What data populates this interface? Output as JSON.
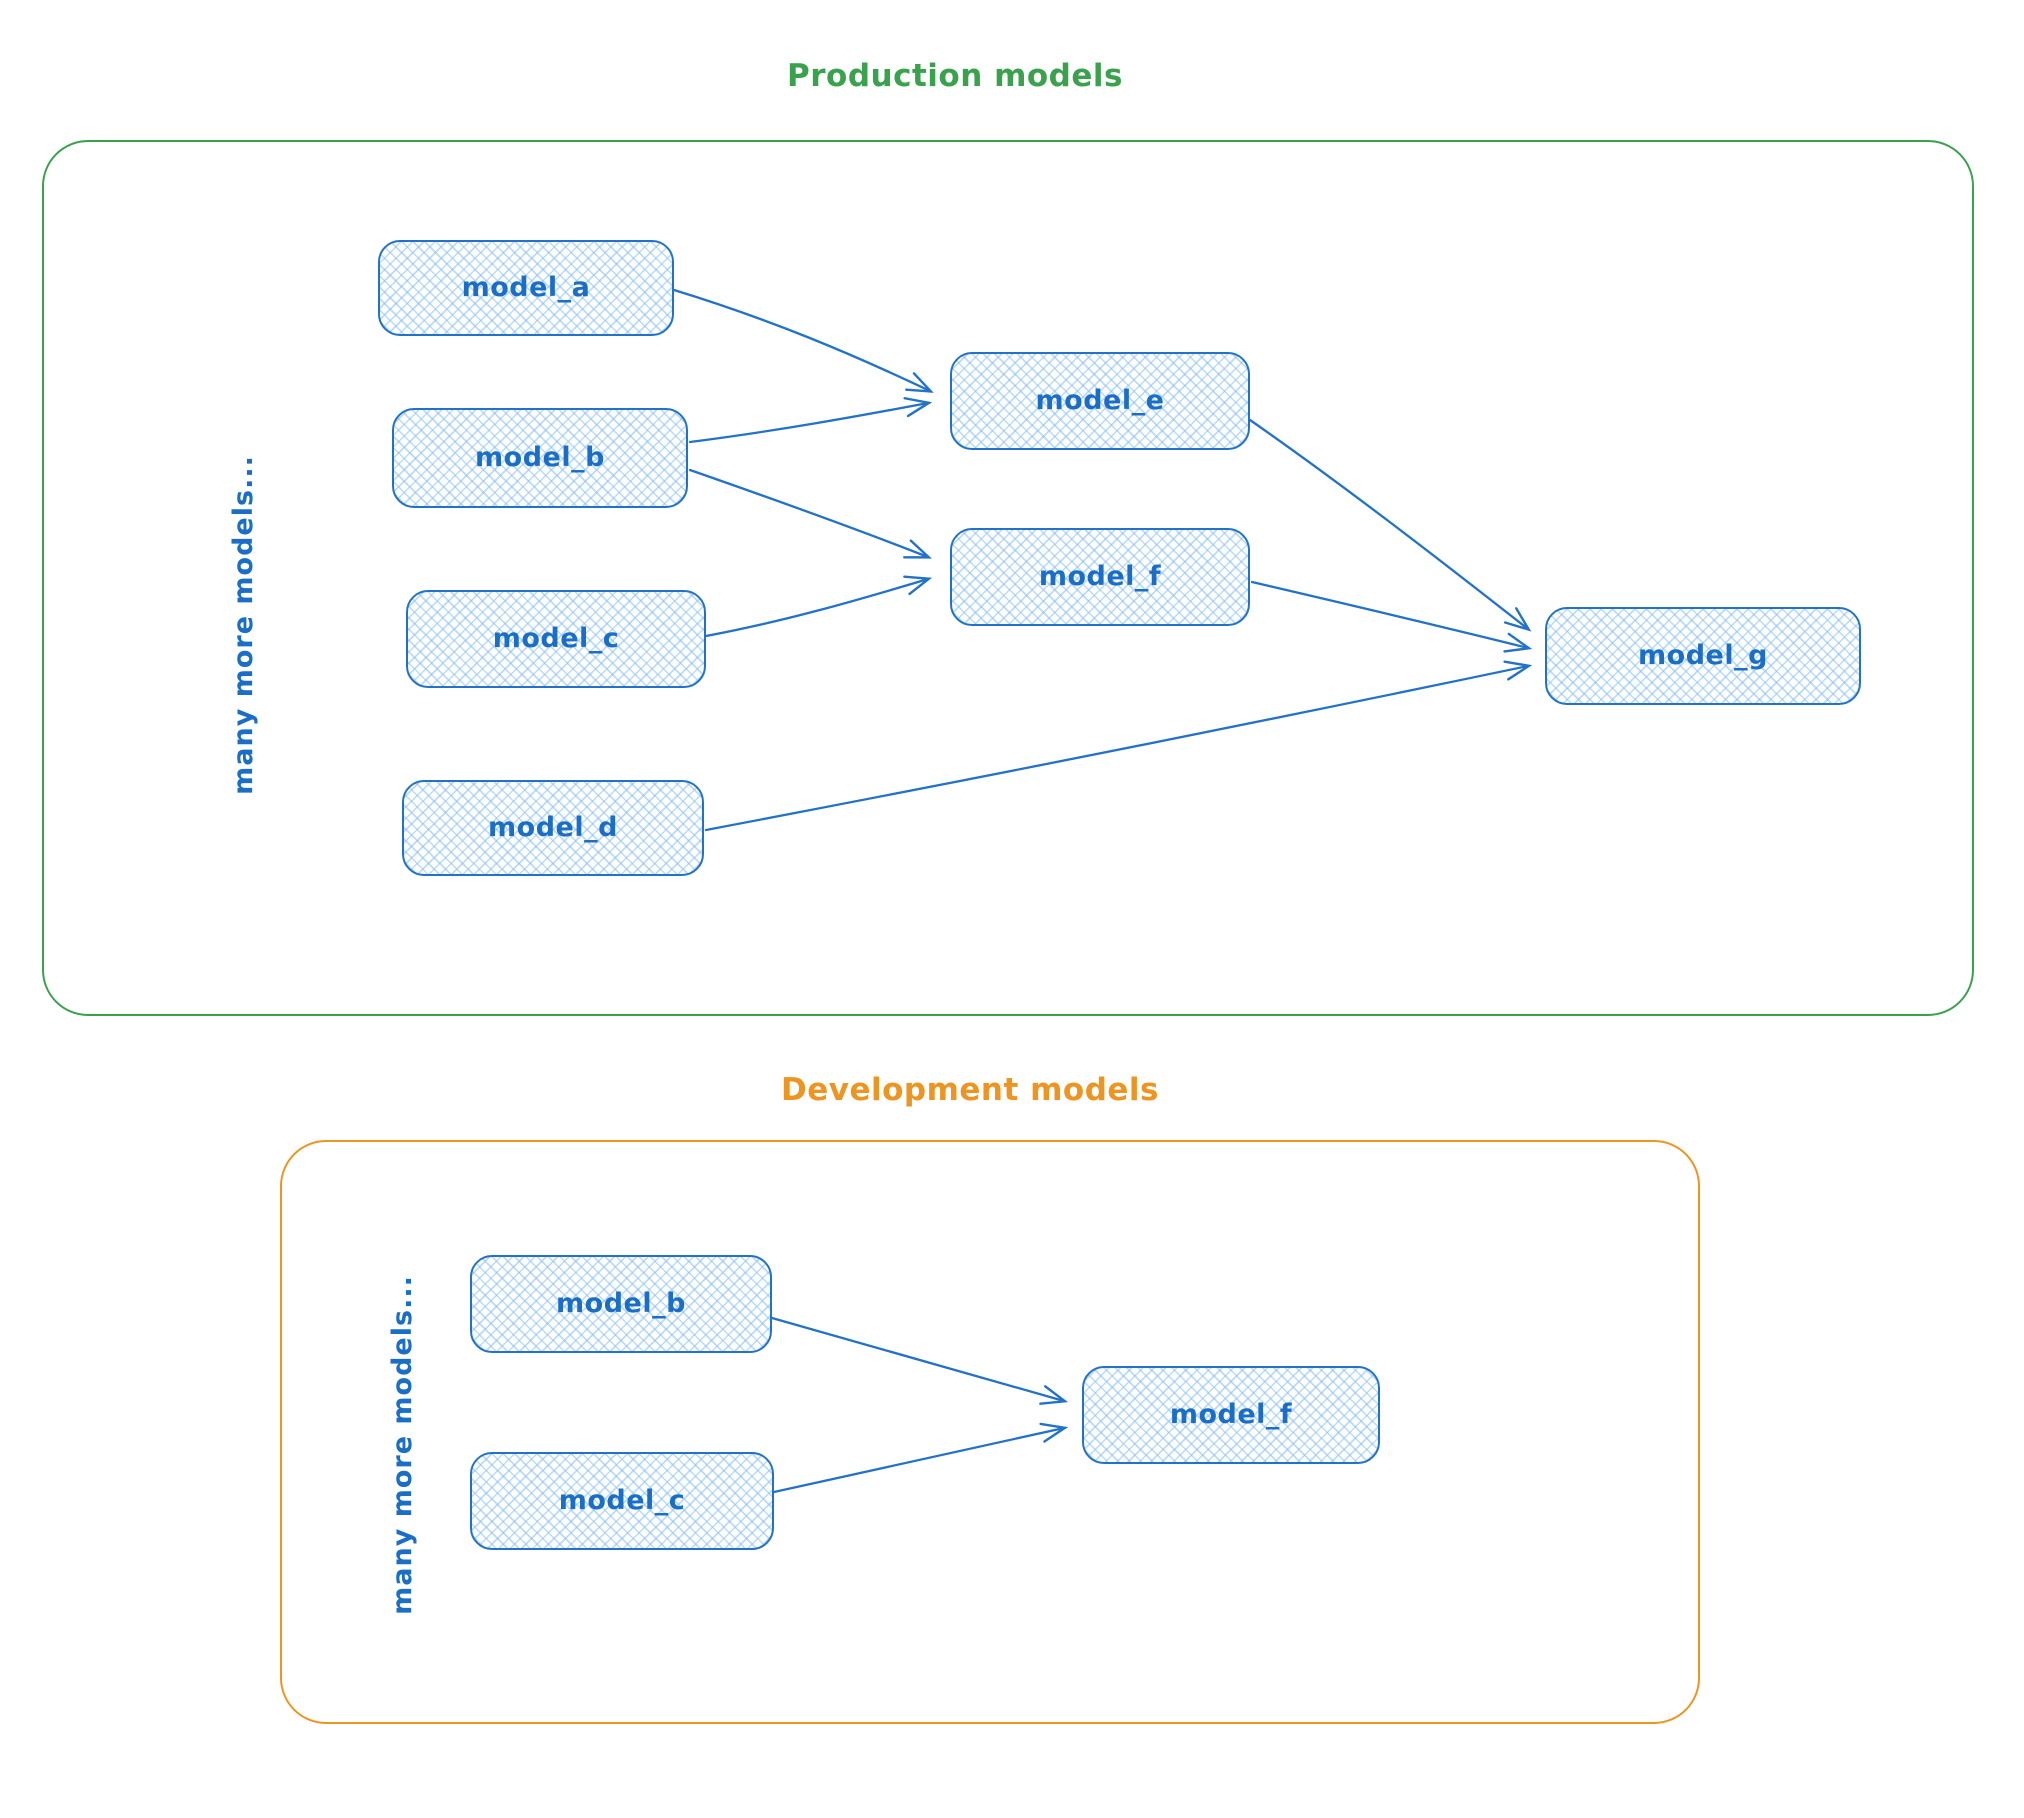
{
  "colors": {
    "production_border": "#3aa14d",
    "development_border": "#ee9420",
    "node_border": "#2272c8",
    "node_text": "#1b6ec6",
    "arrow": "#2272c8"
  },
  "production": {
    "title": "Production models",
    "side_label": "many more models...",
    "nodes": [
      {
        "label": "model_a"
      },
      {
        "label": "model_b"
      },
      {
        "label": "model_c"
      },
      {
        "label": "model_d"
      },
      {
        "label": "model_e"
      },
      {
        "label": "model_f"
      },
      {
        "label": "model_g"
      }
    ],
    "edges": [
      {
        "from": "model_a",
        "to": "model_e"
      },
      {
        "from": "model_b",
        "to": "model_e"
      },
      {
        "from": "model_b",
        "to": "model_f"
      },
      {
        "from": "model_c",
        "to": "model_f"
      },
      {
        "from": "model_e",
        "to": "model_g"
      },
      {
        "from": "model_f",
        "to": "model_g"
      },
      {
        "from": "model_d",
        "to": "model_g"
      }
    ]
  },
  "development": {
    "title": "Development models",
    "side_label": "many more models...",
    "nodes": [
      {
        "label": "model_b"
      },
      {
        "label": "model_c"
      },
      {
        "label": "model_f"
      }
    ],
    "edges": [
      {
        "from": "model_b",
        "to": "model_f"
      },
      {
        "from": "model_c",
        "to": "model_f"
      }
    ]
  }
}
